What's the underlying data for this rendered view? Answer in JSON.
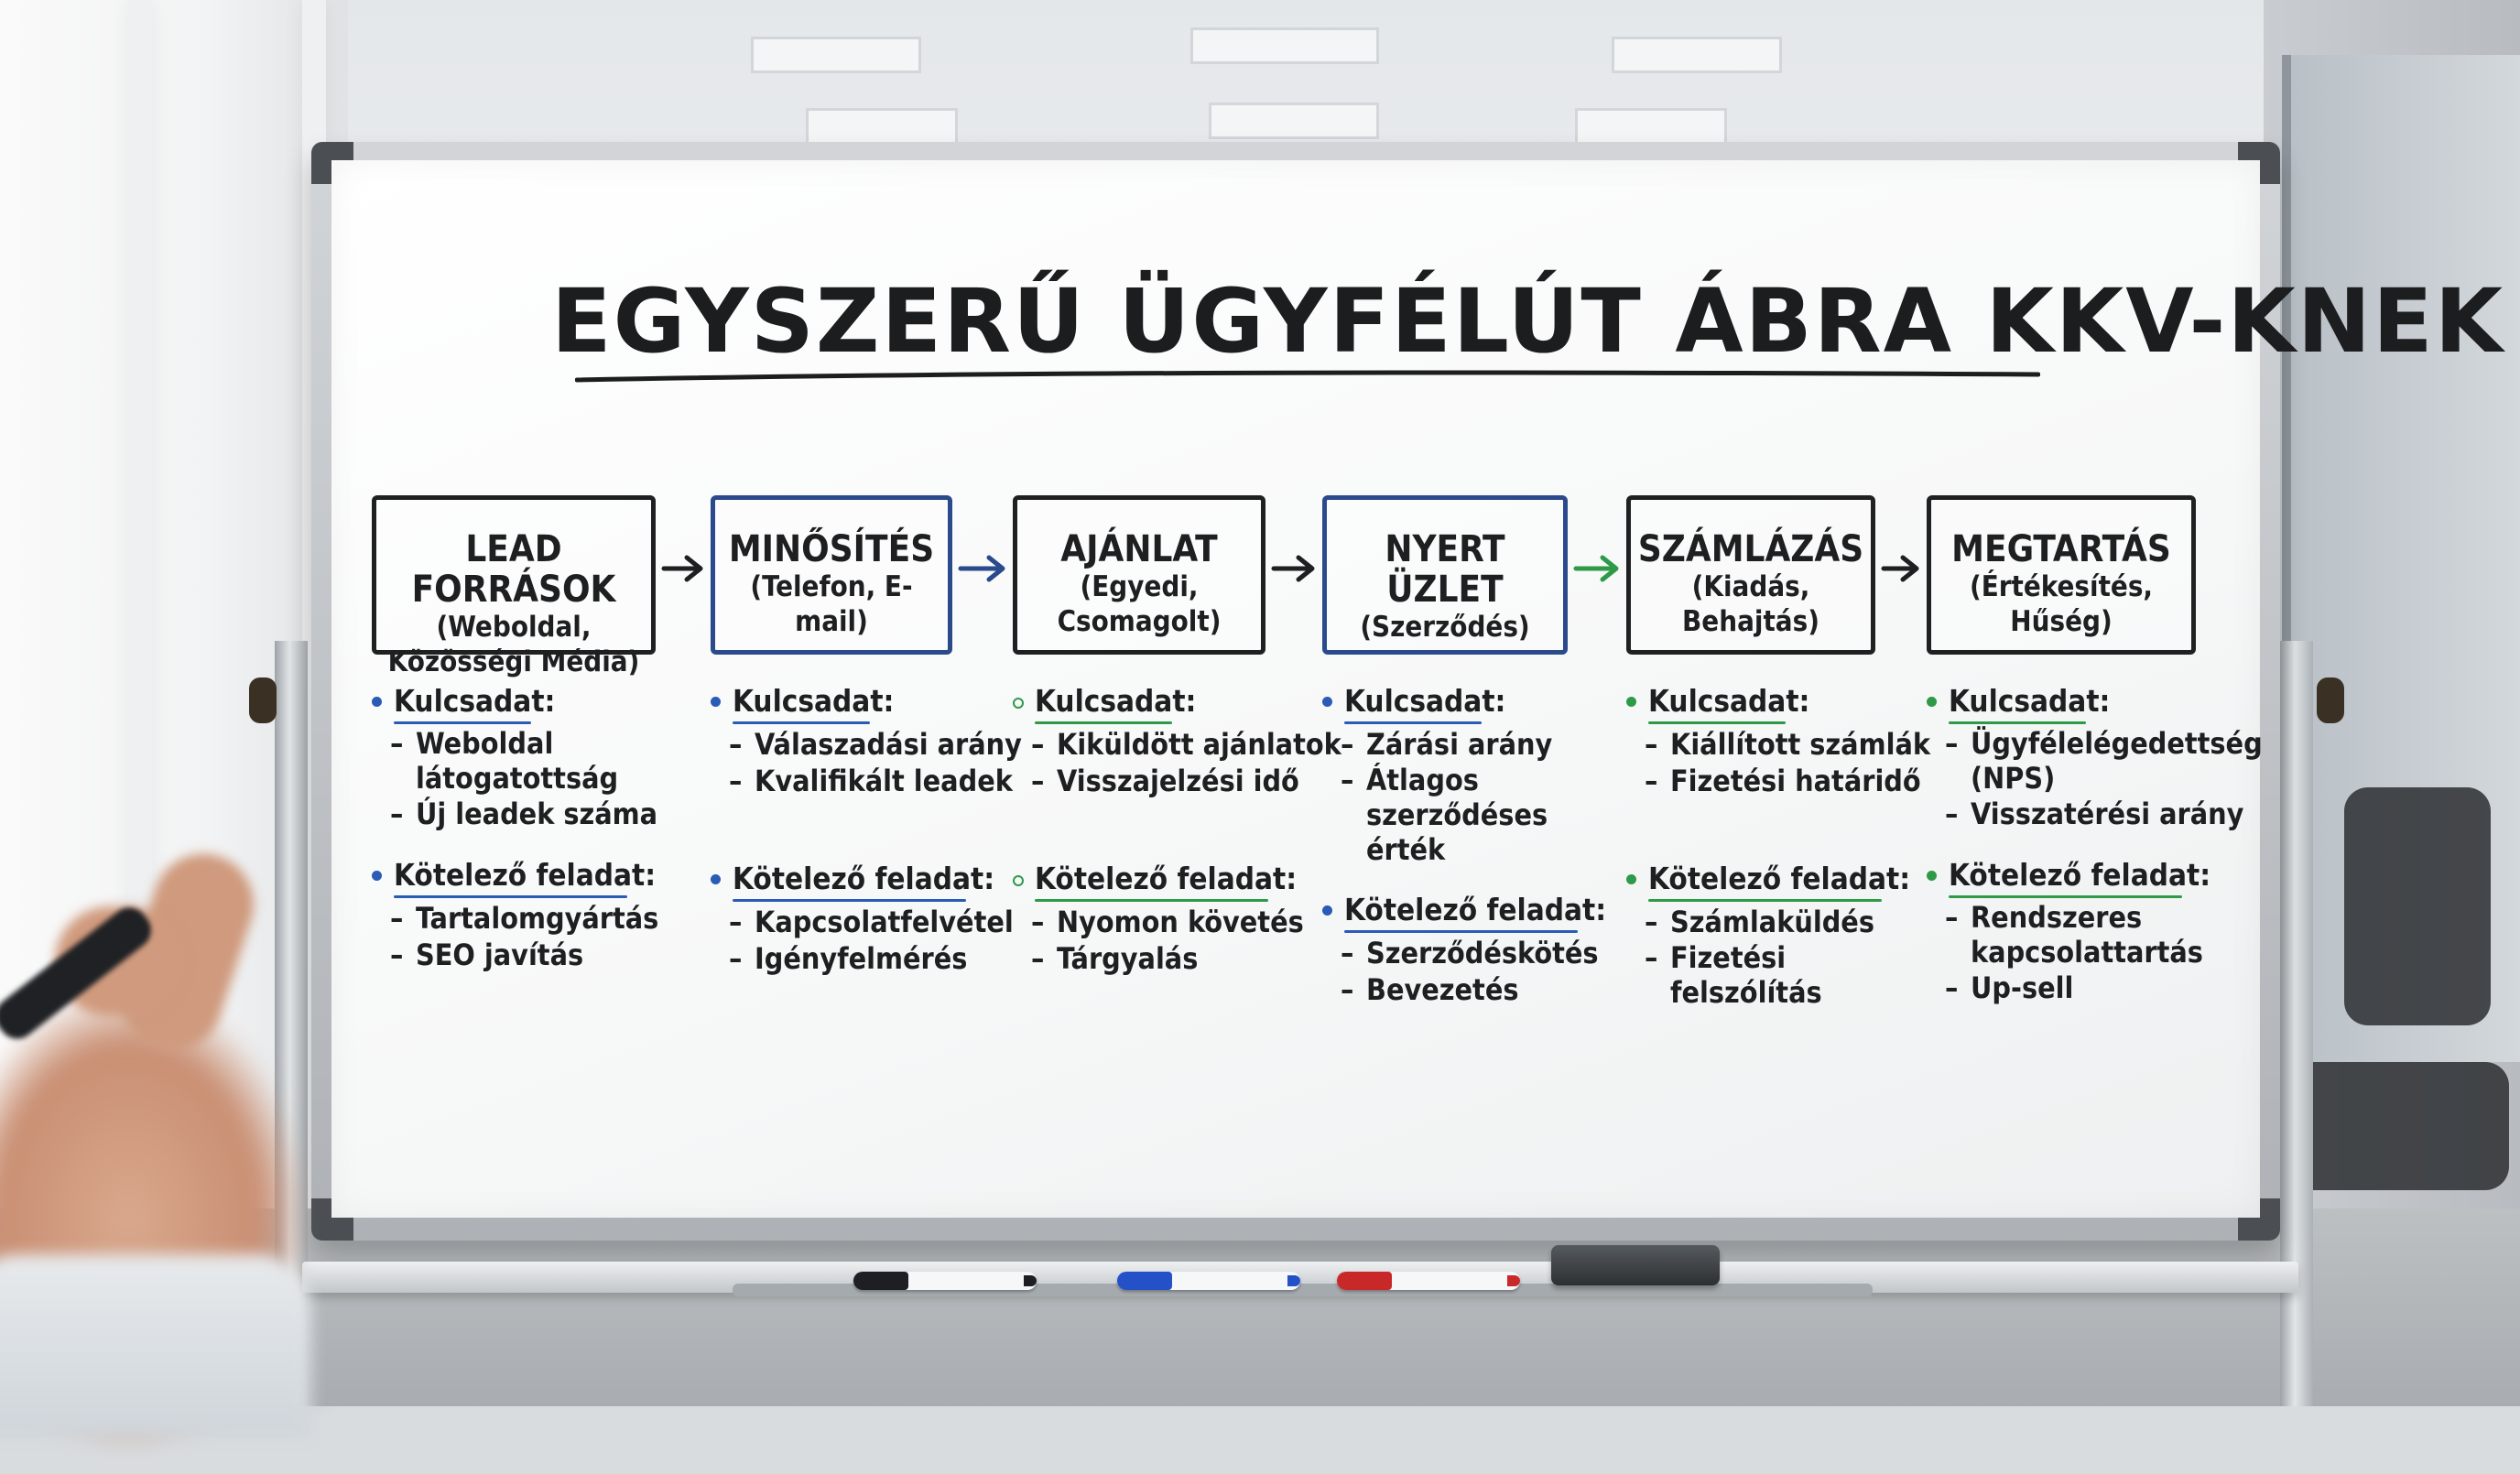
{
  "title": "EGYSZERŰ ÜGYFÉLÚT ÁBRA KKV-KNEK",
  "colors": {
    "ink": "#1e1f21",
    "blue": "#2a4a8c",
    "green": "#2e9a48"
  },
  "stages": [
    {
      "name": "LEAD FORRÁSOK",
      "sub": "(Weboldal, Közösségi Média)",
      "border": "black",
      "arrow_after": "black",
      "bullet_color": "#2a5bb5",
      "key_label": "Kulcsadat:",
      "metrics": [
        "Weboldal látogatottság",
        "Új leadek száma"
      ],
      "task_label": "Kötelező feladat:",
      "tasks": [
        "Tartalomgyártás",
        "SEO javítás"
      ]
    },
    {
      "name": "MINŐSÍTÉS",
      "sub": "(Telefon, E-mail)",
      "border": "blue",
      "arrow_after": "blue",
      "bullet_color": "#2a5bb5",
      "key_label": "Kulcsadat:",
      "metrics": [
        "Válaszadási arány",
        "Kvalifikált leadek"
      ],
      "task_label": "Kötelező feladat:",
      "tasks": [
        "Kapcsolatfelvétel",
        "Igényfelmérés"
      ]
    },
    {
      "name": "AJÁNLAT",
      "sub": "(Egyedi, Csomagolt)",
      "border": "black",
      "arrow_after": "black",
      "bullet_color": "#2e9a48",
      "key_label": "Kulcsadat:",
      "metrics": [
        "Kiküldött ajánlatok",
        "Visszajelzési idő"
      ],
      "task_label": "Kötelező feladat:",
      "tasks": [
        "Nyomon követés",
        "Tárgyalás"
      ]
    },
    {
      "name": "NYERT ÜZLET",
      "sub": "(Szerződés)",
      "border": "blue",
      "arrow_after": "green",
      "bullet_color": "#2a5bb5",
      "key_label": "Kulcsadat:",
      "metrics": [
        "Zárási arány",
        "Átlagos szerződéses érték"
      ],
      "task_label": "Kötelező feladat:",
      "tasks": [
        "Szerződéskötés",
        "Bevezetés"
      ]
    },
    {
      "name": "SZÁMLÁZÁS",
      "sub": "(Kiadás, Behajtás)",
      "border": "black",
      "arrow_after": "black",
      "bullet_color": "#2e9a48",
      "key_label": "Kulcsadat:",
      "metrics": [
        "Kiállított számlák",
        "Fizetési határidő"
      ],
      "task_label": "Kötelező feladat:",
      "tasks": [
        "Számlaküldés",
        "Fizetési felszólítás"
      ]
    },
    {
      "name": "MEGTARTÁS",
      "sub": "(Értékesítés, Hűség)",
      "border": "black",
      "arrow_after": null,
      "bullet_color": "#2e9a48",
      "key_label": "Kulcsadat:",
      "metrics": [
        "Ügyfélelégedettség (NPS)",
        "Visszatérési arány"
      ],
      "task_label": "Kötelező feladat:",
      "tasks": [
        "Rendszeres kapcsolattartás",
        "Up-sell"
      ]
    }
  ]
}
